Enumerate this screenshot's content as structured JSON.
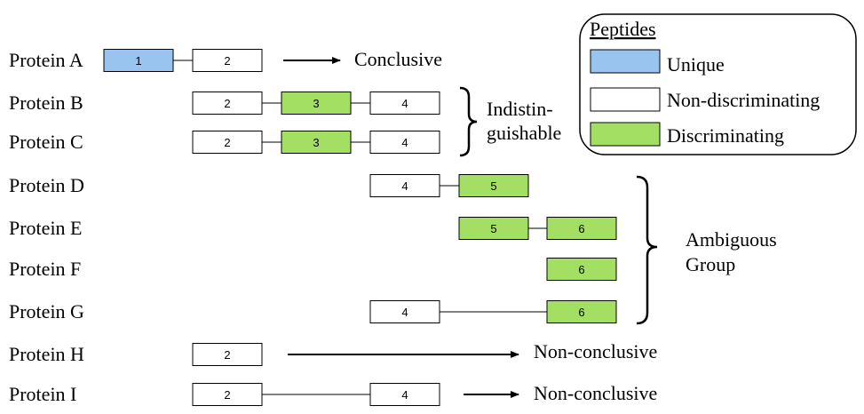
{
  "colors": {
    "unique": "#99c4f0",
    "non_discriminating": "#ffffff",
    "discriminating": "#a3df63",
    "stroke": "#000000"
  },
  "legend": {
    "title": "Peptides",
    "items": [
      {
        "key": "unique",
        "label": "Unique"
      },
      {
        "key": "non_discriminating",
        "label": "Non-discriminating"
      },
      {
        "key": "discriminating",
        "label": "Discriminating"
      }
    ]
  },
  "proteins": [
    {
      "label": "Protein A",
      "peptides": [
        {
          "id": "1",
          "type": "unique"
        },
        {
          "id": "2",
          "type": "non_discriminating"
        }
      ]
    },
    {
      "label": "Protein B",
      "peptides": [
        {
          "id": "2",
          "type": "non_discriminating"
        },
        {
          "id": "3",
          "type": "discriminating"
        },
        {
          "id": "4",
          "type": "non_discriminating"
        }
      ]
    },
    {
      "label": "Protein C",
      "peptides": [
        {
          "id": "2",
          "type": "non_discriminating"
        },
        {
          "id": "3",
          "type": "discriminating"
        },
        {
          "id": "4",
          "type": "non_discriminating"
        }
      ]
    },
    {
      "label": "Protein D",
      "peptides": [
        {
          "id": "4",
          "type": "non_discriminating"
        },
        {
          "id": "5",
          "type": "discriminating"
        }
      ]
    },
    {
      "label": "Protein E",
      "peptides": [
        {
          "id": "5",
          "type": "discriminating"
        },
        {
          "id": "6",
          "type": "discriminating"
        }
      ]
    },
    {
      "label": "Protein F",
      "peptides": [
        {
          "id": "6",
          "type": "discriminating"
        }
      ]
    },
    {
      "label": "Protein G",
      "peptides": [
        {
          "id": "4",
          "type": "non_discriminating"
        },
        {
          "id": "6",
          "type": "discriminating"
        }
      ]
    },
    {
      "label": "Protein H",
      "peptides": [
        {
          "id": "2",
          "type": "non_discriminating"
        }
      ]
    },
    {
      "label": "Protein I",
      "peptides": [
        {
          "id": "2",
          "type": "non_discriminating"
        },
        {
          "id": "4",
          "type": "non_discriminating"
        }
      ]
    }
  ],
  "outcomes": {
    "protein_a": "Conclusive",
    "indistinguishable_line1": "Indistin-",
    "indistinguishable_line2": "guishable",
    "ambiguous_line1": "Ambiguous",
    "ambiguous_line2": "Group",
    "protein_h": "Non-conclusive",
    "protein_i": "Non-conclusive"
  }
}
